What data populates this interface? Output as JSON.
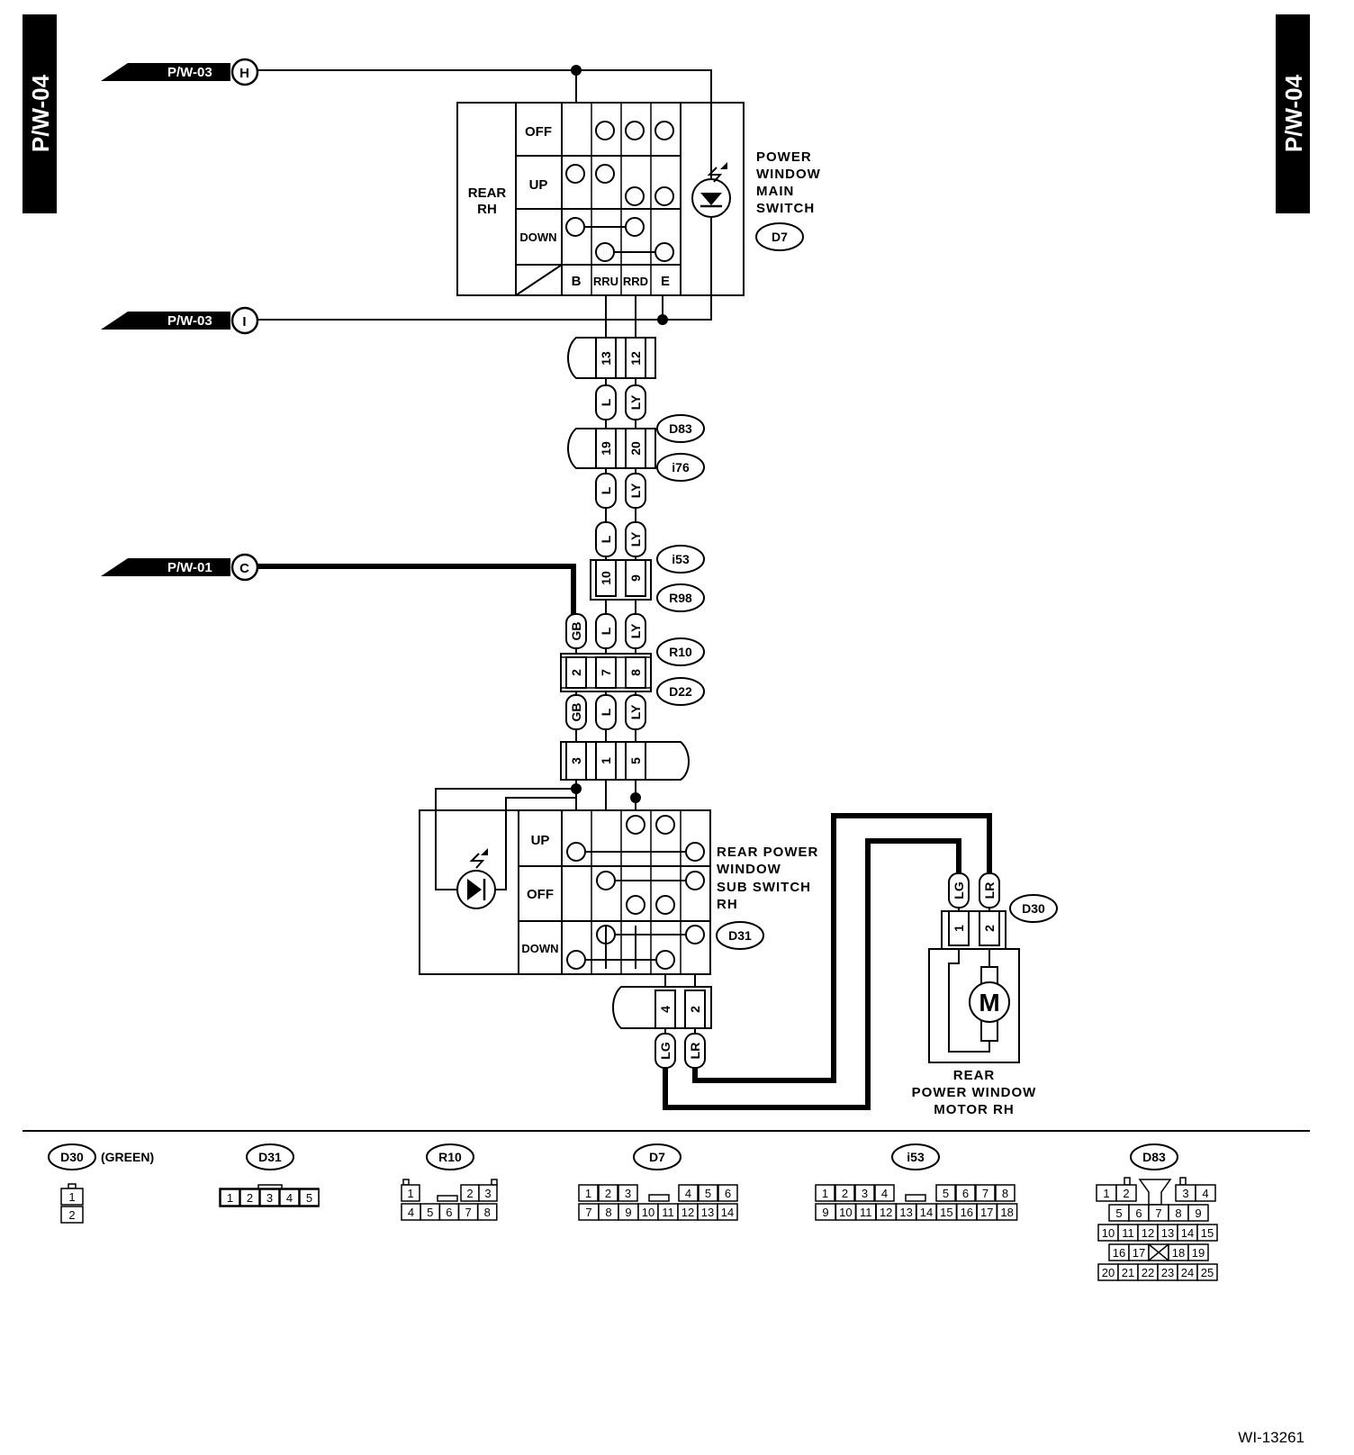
{
  "page_tab": "P/W-04",
  "refs": [
    {
      "label": "P/W-03",
      "letter": "H"
    },
    {
      "label": "P/W-03",
      "letter": "I"
    },
    {
      "label": "P/W-01",
      "letter": "C"
    }
  ],
  "main_switch": {
    "name": "POWER WINDOW MAIN SWITCH",
    "name_lines": [
      "POWER",
      "WINDOW",
      "MAIN",
      "SWITCH"
    ],
    "connector": "D7",
    "row_group": [
      "REAR",
      "RH"
    ],
    "rows": [
      "OFF",
      "UP",
      "DOWN"
    ],
    "terminals": [
      "B",
      "RRU",
      "RRD",
      "E"
    ]
  },
  "connectors_mid": [
    {
      "ids": [],
      "pins": [
        "13",
        "12"
      ]
    },
    {
      "ids": [
        "D83",
        "i76"
      ],
      "pins": [
        "19",
        "20"
      ]
    },
    {
      "ids": [
        "i53",
        "R98"
      ],
      "pins": [
        "10",
        "9"
      ]
    },
    {
      "ids": [
        "R10",
        "D22"
      ],
      "pins": [
        "2",
        "7",
        "8"
      ]
    },
    {
      "ids": [],
      "pins": [
        "3",
        "1",
        "5"
      ]
    },
    {
      "ids": [],
      "pins": [
        "4",
        "2"
      ]
    },
    {
      "ids": [
        "D30"
      ],
      "pins": [
        "1",
        "2"
      ]
    }
  ],
  "wire_colors": [
    "L",
    "LY",
    "GB",
    "LG",
    "LR"
  ],
  "sub_switch": {
    "name_lines": [
      "REAR POWER",
      "WINDOW",
      "SUB SWITCH",
      "RH"
    ],
    "connector": "D31",
    "rows": [
      "UP",
      "OFF",
      "DOWN"
    ]
  },
  "motor": {
    "symbol": "M",
    "name_lines": [
      "REAR",
      "POWER WINDOW",
      "MOTOR RH"
    ],
    "connector": "D30"
  },
  "legend": [
    {
      "id": "D30",
      "note": "(GREEN)",
      "pins": [
        "1",
        "2"
      ]
    },
    {
      "id": "D31",
      "note": "",
      "pins": [
        "1",
        "2",
        "3",
        "4",
        "5"
      ]
    },
    {
      "id": "R10",
      "note": "",
      "pins": [
        "1",
        "2",
        "3",
        "4",
        "5",
        "6",
        "7",
        "8"
      ]
    },
    {
      "id": "D7",
      "note": "",
      "pins": [
        "1",
        "2",
        "3",
        "4",
        "5",
        "6",
        "7",
        "8",
        "9",
        "10",
        "11",
        "12",
        "13",
        "14"
      ]
    },
    {
      "id": "i53",
      "note": "",
      "pins": [
        "1",
        "2",
        "3",
        "4",
        "5",
        "6",
        "7",
        "8",
        "9",
        "10",
        "11",
        "12",
        "13",
        "14",
        "15",
        "16",
        "17",
        "18"
      ]
    },
    {
      "id": "D83",
      "note": "",
      "pins": [
        "1",
        "2",
        "3",
        "4",
        "5",
        "6",
        "7",
        "8",
        "9",
        "10",
        "11",
        "12",
        "13",
        "14",
        "15",
        "16",
        "17",
        "18",
        "19",
        "20",
        "21",
        "22",
        "23",
        "24",
        "25"
      ]
    }
  ],
  "figure_id": "WI-13261"
}
